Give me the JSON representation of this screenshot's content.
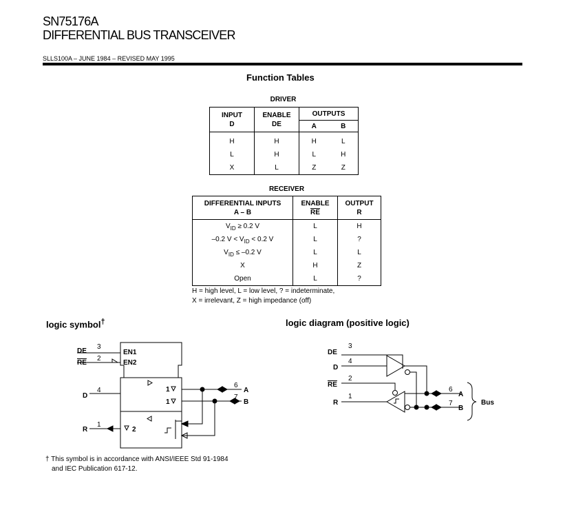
{
  "header": {
    "part_number": "SN75176A",
    "title": "DIFFERENTIAL BUS TRANSCEIVER",
    "doc_id": "SLLS100A – JUNE 1984 – REVISED MAY 1995"
  },
  "function_tables": {
    "heading": "Function Tables",
    "driver": {
      "caption": "DRIVER",
      "headers": {
        "input": "INPUT",
        "input_sub": "D",
        "enable": "ENABLE",
        "enable_sub": "DE",
        "outputs": "OUTPUTS",
        "out_a": "A",
        "out_b": "B"
      },
      "rows": [
        [
          "H",
          "H",
          "H",
          "L"
        ],
        [
          "L",
          "H",
          "L",
          "H"
        ],
        [
          "X",
          "L",
          "Z",
          "Z"
        ]
      ]
    },
    "receiver": {
      "caption": "RECEIVER",
      "headers": {
        "diff": "DIFFERENTIAL INPUTS",
        "diff_sub": "A – B",
        "enable": "ENABLE",
        "enable_sub": "RE",
        "output": "OUTPUT",
        "output_sub": "R"
      },
      "rows": [
        [
          "V",
          "ID",
          " ≥ 0.2 V",
          "L",
          "H"
        ],
        [
          "–0.2 V < V",
          "ID",
          " < 0.2 V",
          "L",
          "?"
        ],
        [
          "V",
          "ID",
          " ≤ –0.2 V",
          "L",
          "L"
        ],
        [
          "X",
          "",
          "",
          "H",
          "Z"
        ],
        [
          "Open",
          "",
          "",
          "L",
          "?"
        ]
      ],
      "legend_line1": "H = high level,   L = low level,   ? = indeterminate,",
      "legend_line2": "X = irrelevant,   Z = high impedance (off)"
    }
  },
  "logic_symbol": {
    "heading": "logic symbol",
    "dagger": "†",
    "labels": {
      "de": "DE",
      "re": "RE",
      "d": "D",
      "r": "R",
      "pin3": "3",
      "pin2": "2",
      "pin4": "4",
      "pin1": "1",
      "pin6": "6",
      "pin7": "7",
      "en1": "EN1",
      "en2": "EN2",
      "out1a": "1",
      "out1b": "1",
      "rx2": "2",
      "a": "A",
      "b": "B"
    },
    "footnote_mark": "†",
    "footnote_line1": "This symbol is in accordance with ANSI/IEEE Std 91-1984",
    "footnote_line2": "and IEC Publication 617-12."
  },
  "logic_diagram": {
    "heading": "logic diagram (positive logic)",
    "labels": {
      "de": "DE",
      "d": "D",
      "re": "RE",
      "r": "R",
      "pin3": "3",
      "pin4": "4",
      "pin2": "2",
      "pin1": "1",
      "pin6": "6",
      "pin7": "7",
      "a": "A",
      "b": "B",
      "bus": "Bus"
    }
  }
}
